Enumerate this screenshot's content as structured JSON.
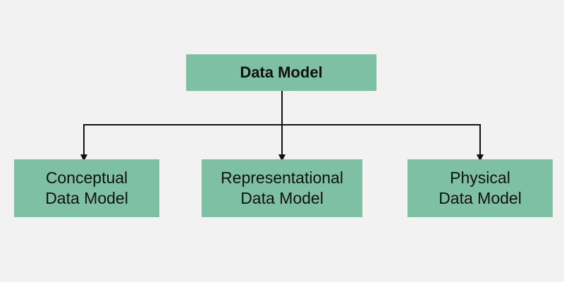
{
  "root": {
    "label": "Data Model"
  },
  "children": [
    {
      "line1": "Conceptual",
      "line2": "Data Model"
    },
    {
      "line1": "Representational",
      "line2": "Data Model"
    },
    {
      "line1": "Physical",
      "line2": "Data Model"
    }
  ],
  "colors": {
    "box_fill": "#7dc0a4",
    "background": "#f2f2f2",
    "connector": "#111111"
  }
}
